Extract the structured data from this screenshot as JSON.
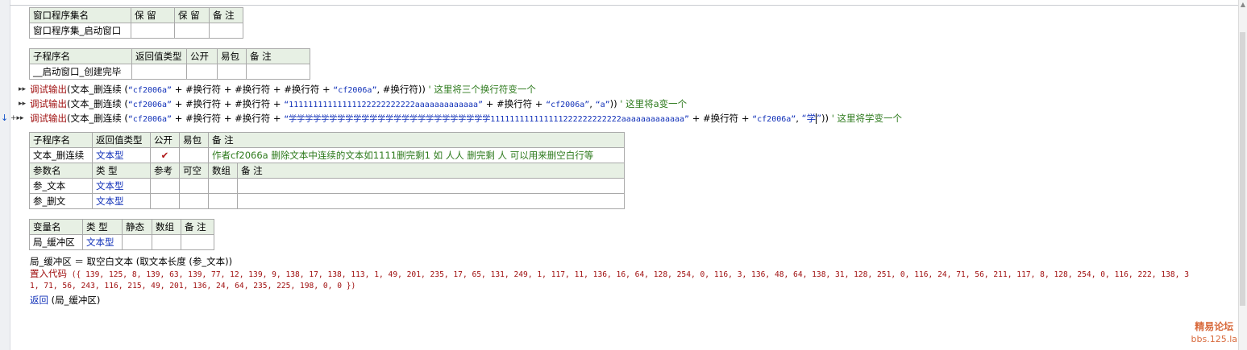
{
  "window_table": {
    "headers": [
      "窗口程序集名",
      "保 留",
      "保 留",
      "备 注"
    ],
    "row": [
      "窗口程序集_启动窗口",
      "",
      "",
      ""
    ]
  },
  "sub1": {
    "headers": [
      "子程序名",
      "返回值类型",
      "公开",
      "易包",
      "备 注"
    ],
    "row": [
      "__启动窗口_创建完毕",
      "",
      "",
      "",
      ""
    ]
  },
  "code": {
    "line1": {
      "fn": "调试输出",
      "call": "(文本_删连续 (",
      "s1": "“cf2006a”",
      "op1": " + #换行符 + #换行符 + #换行符 + ",
      "s2": "“cf2006a”",
      "rest": ", #换行符))",
      "comment": "' 这里将三个换行符变一个"
    },
    "line2": {
      "fn": "调试输出",
      "call": "(文本_删连续 (",
      "s1": "“cf2006a”",
      "op1": " + #换行符 + #换行符 + ",
      "s2": "“11111111111111122222222222aaaaaaaaaaaaa”",
      "op2": " + #换行符 + ",
      "s3": "“cf2006a”",
      "sep": ", ",
      "s4": "“a”",
      "rest": "))",
      "comment": "' 这里将a变一个"
    },
    "line3": {
      "fn": "调试输出",
      "call": "(文本_删连续 (",
      "s1": "“cf2006a”",
      "op1": " + #换行符 + #换行符 + ",
      "s2": "“学学学学学学学学学学学学学学学学学学学学学学学学学111111111111111222222222222aaaaaaaaaaaaa”",
      "op2": " + #换行符 + ",
      "s3": "“cf2006a”",
      "sep": ", ",
      "s4a": "“学",
      "s4b": "”",
      "rest": "))",
      "comment": "' 这里将学变一个"
    }
  },
  "sub2": {
    "headers": [
      "子程序名",
      "返回值类型",
      "公开",
      "易包",
      "备 注"
    ],
    "row": [
      "文本_删连续",
      "文本型",
      "✔",
      "",
      "作者cf2066a  删除文本中连续的文本如1111删完剩1 如 人人 删完剩 人  可以用来删空白行等"
    ],
    "param_headers": [
      "参数名",
      "类 型",
      "参考",
      "可空",
      "数组",
      "备 注"
    ],
    "params": [
      [
        "参_文本",
        "文本型",
        "",
        "",
        "",
        ""
      ],
      [
        "参_删文",
        "文本型",
        "",
        "",
        "",
        ""
      ]
    ]
  },
  "vars": {
    "headers": [
      "变量名",
      "类 型",
      "静态",
      "数组",
      "备 注"
    ],
    "row": [
      "局_缓冲区",
      "文本型",
      "",
      "",
      ""
    ]
  },
  "body": {
    "assign": "局_缓冲区 ＝ 取空白文本 (取文本长度 (参_文本))",
    "put_kw": "置入代码",
    "put_l1": " ({ 139, 125, 8, 139, 63, 139, 77, 12, 139, 9, 138, 17, 138, 113, 1, 49, 201, 235, 17, 65, 131, 249, 1, 117, 11, 136, 16, 64, 128, 254, 0, 116, 3, 136, 48, 64, 138, 31, 128, 251, 0, 116, 24, 71, 56, 211, 117, 8, 128, 254, 0, 116, 222, 138, 3",
    "put_l2": "1, 71, 56, 243, 116, 215, 49, 201, 136, 24, 64, 235, 225, 198, 0, 0 })",
    "ret_kw": "返回",
    "ret_arg": " (局_缓冲区)"
  },
  "watermark": {
    "line1": "精易论坛",
    "line2": "bbs.125.la"
  }
}
